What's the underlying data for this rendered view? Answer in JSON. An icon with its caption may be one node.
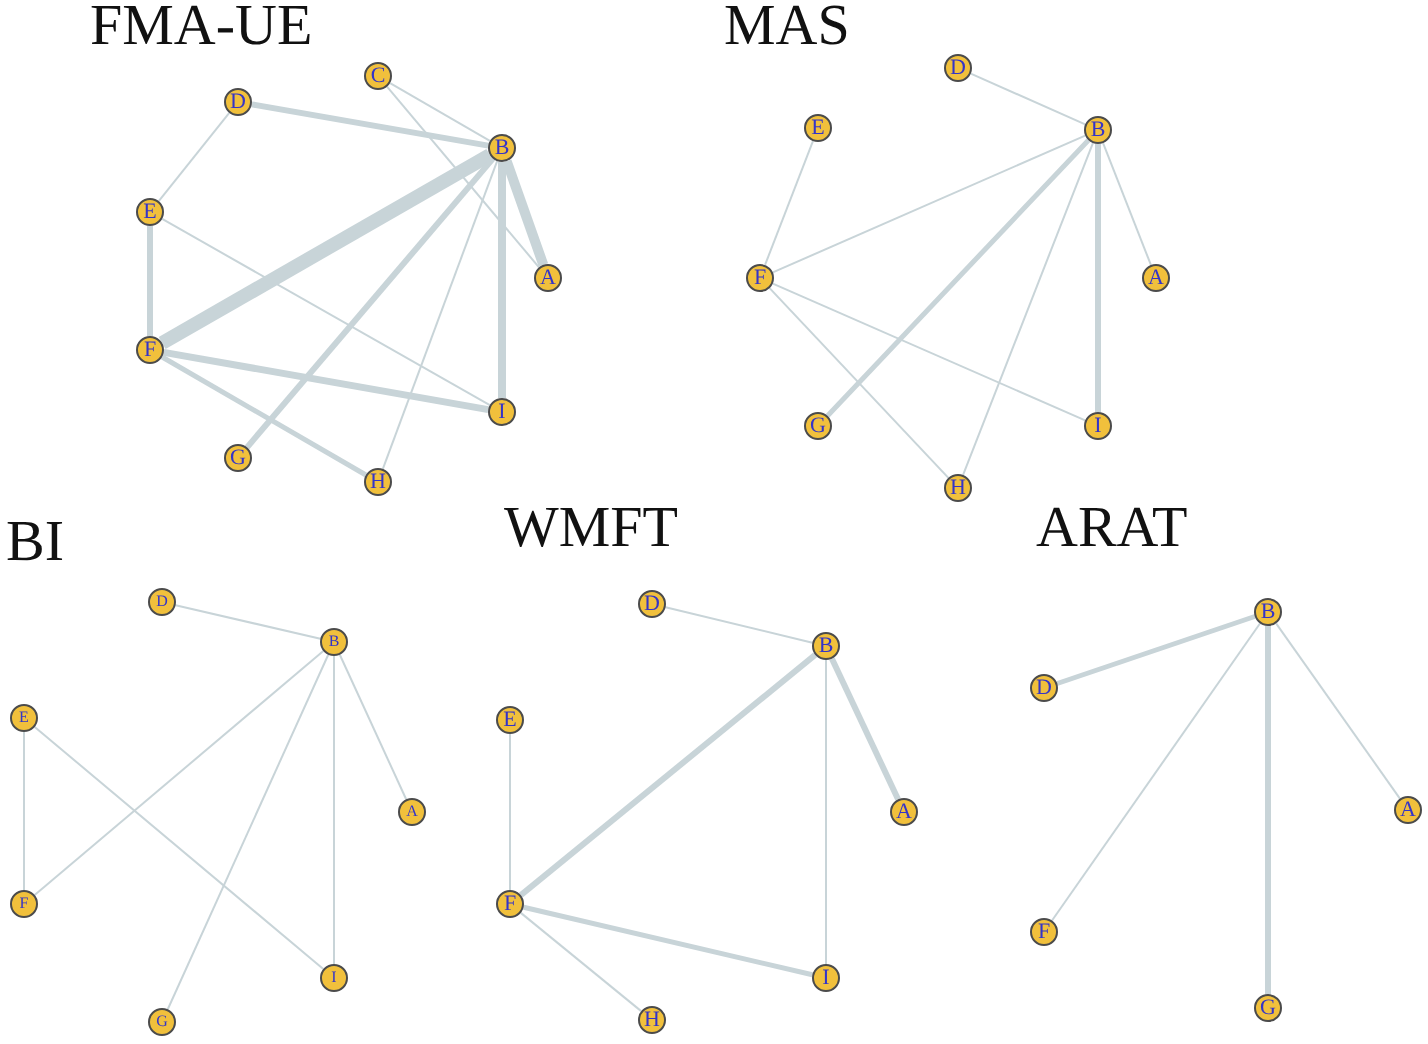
{
  "diagram": {
    "nodes": [
      {
        "text": [
          "C"
        ]
      },
      {
        "text": [
          "D"
        ]
      },
      {
        "text": [
          "B"
        ]
      },
      {
        "text": [
          "E"
        ]
      },
      {
        "text": [
          "A"
        ]
      },
      {
        "text": [
          "F"
        ]
      },
      {
        "text": [
          "I"
        ]
      },
      {
        "text": [
          "G"
        ]
      },
      {
        "text": [
          "H"
        ]
      },
      {
        "text": [
          "D"
        ]
      },
      {
        "text": [
          "E"
        ]
      },
      {
        "text": [
          "B"
        ]
      },
      {
        "text": [
          "F"
        ]
      },
      {
        "text": [
          "A"
        ]
      },
      {
        "text": [
          "G"
        ]
      },
      {
        "text": [
          "I"
        ]
      },
      {
        "text": [
          "H"
        ]
      },
      {
        "text": [
          "D"
        ]
      },
      {
        "text": [
          "B"
        ]
      },
      {
        "text": [
          "E"
        ]
      },
      {
        "text": [
          "A"
        ]
      },
      {
        "text": [
          "F"
        ]
      },
      {
        "text": [
          "I"
        ]
      },
      {
        "text": [
          "G"
        ]
      },
      {
        "text": [
          "D"
        ]
      },
      {
        "text": [
          "B"
        ]
      },
      {
        "text": [
          "E"
        ]
      },
      {
        "text": [
          "A"
        ]
      },
      {
        "text": [
          "F"
        ]
      },
      {
        "text": [
          "I"
        ]
      },
      {
        "text": [
          "H"
        ]
      },
      {
        "text": [
          "B"
        ]
      },
      {
        "text": [
          "D"
        ]
      },
      {
        "text": [
          "A"
        ]
      },
      {
        "text": [
          "F"
        ]
      },
      {
        "text": [
          "G"
        ]
      }
    ],
    "edges": [
      {
        "from": 1,
        "to": 2,
        "arrow": "none",
        "style": "thick"
      },
      {
        "from": 0,
        "to": 2,
        "arrow": "none"
      },
      {
        "from": 0,
        "to": 4,
        "arrow": "none"
      },
      {
        "from": 1,
        "to": 3,
        "arrow": "none"
      },
      {
        "from": 3,
        "to": 5,
        "arrow": "none",
        "style": "thick"
      },
      {
        "from": 3,
        "to": 6,
        "arrow": "none"
      },
      {
        "from": 5,
        "to": 2,
        "arrow": "none",
        "style": "thick"
      },
      {
        "from": 2,
        "to": 4,
        "arrow": "none",
        "style": "thick"
      },
      {
        "from": 2,
        "to": 6,
        "arrow": "none",
        "style": "thick"
      },
      {
        "from": 2,
        "to": 7,
        "arrow": "none",
        "style": "thick"
      },
      {
        "from": 2,
        "to": 8,
        "arrow": "none"
      },
      {
        "from": 5,
        "to": 6,
        "arrow": "none",
        "style": "thick"
      },
      {
        "from": 5,
        "to": 8,
        "arrow": "none",
        "style": "thick"
      },
      {
        "from": 9,
        "to": 11,
        "arrow": "none"
      },
      {
        "from": 10,
        "to": 12,
        "arrow": "none"
      },
      {
        "from": 12,
        "to": 11,
        "arrow": "none"
      },
      {
        "from": 11,
        "to": 14,
        "arrow": "none",
        "style": "thick"
      },
      {
        "from": 11,
        "to": 16,
        "arrow": "none"
      },
      {
        "from": 11,
        "to": 15,
        "arrow": "none",
        "style": "thick"
      },
      {
        "from": 11,
        "to": 13,
        "arrow": "none"
      },
      {
        "from": 12,
        "to": 15,
        "arrow": "none"
      },
      {
        "from": 12,
        "to": 16,
        "arrow": "none"
      },
      {
        "from": 17,
        "to": 18,
        "arrow": "none"
      },
      {
        "from": 18,
        "to": 21,
        "arrow": "none"
      },
      {
        "from": 18,
        "to": 23,
        "arrow": "none"
      },
      {
        "from": 18,
        "to": 22,
        "arrow": "none"
      },
      {
        "from": 18,
        "to": 20,
        "arrow": "none"
      },
      {
        "from": 19,
        "to": 21,
        "arrow": "none"
      },
      {
        "from": 19,
        "to": 22,
        "arrow": "none"
      },
      {
        "from": 24,
        "to": 25,
        "arrow": "none"
      },
      {
        "from": 25,
        "to": 27,
        "arrow": "none",
        "style": "thick"
      },
      {
        "from": 25,
        "to": 28,
        "arrow": "none",
        "style": "thick"
      },
      {
        "from": 25,
        "to": 29,
        "arrow": "none"
      },
      {
        "from": 26,
        "to": 28,
        "arrow": "none"
      },
      {
        "from": 28,
        "to": 29,
        "arrow": "none",
        "style": "thick"
      },
      {
        "from": 28,
        "to": 30,
        "arrow": "none"
      },
      {
        "from": 31,
        "to": 32,
        "arrow": "none",
        "style": "thick"
      },
      {
        "from": 31,
        "to": 34,
        "arrow": "none"
      },
      {
        "from": 31,
        "to": 35,
        "arrow": "none",
        "style": "thick"
      },
      {
        "from": 31,
        "to": 33,
        "arrow": "none"
      }
    ],
    "labels": [
      "FMA-UE",
      "MAS",
      "BI",
      "WMFT",
      "ARAT"
    ]
  }
}
